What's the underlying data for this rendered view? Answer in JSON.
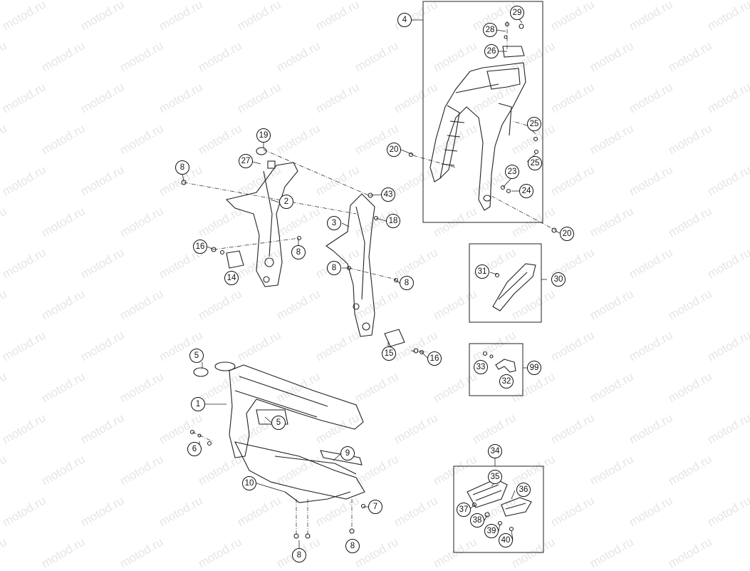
{
  "watermark": {
    "text": "motod.ru"
  },
  "callouts": [
    {
      "id": "c4",
      "label": "4"
    },
    {
      "id": "c29",
      "label": "29"
    },
    {
      "id": "c28",
      "label": "28"
    },
    {
      "id": "c26",
      "label": "26"
    },
    {
      "id": "c25a",
      "label": "25"
    },
    {
      "id": "c25b",
      "label": "25"
    },
    {
      "id": "c20a",
      "label": "20"
    },
    {
      "id": "c23",
      "label": "23"
    },
    {
      "id": "c24",
      "label": "24"
    },
    {
      "id": "c20b",
      "label": "20"
    },
    {
      "id": "c19",
      "label": "19"
    },
    {
      "id": "c27",
      "label": "27"
    },
    {
      "id": "c8a",
      "label": "8"
    },
    {
      "id": "c2",
      "label": "2"
    },
    {
      "id": "c43",
      "label": "43"
    },
    {
      "id": "c18",
      "label": "18"
    },
    {
      "id": "c3",
      "label": "3"
    },
    {
      "id": "c16a",
      "label": "16"
    },
    {
      "id": "c8b",
      "label": "8"
    },
    {
      "id": "c14",
      "label": "14"
    },
    {
      "id": "c8c",
      "label": "8"
    },
    {
      "id": "c8d",
      "label": "8"
    },
    {
      "id": "c15",
      "label": "15"
    },
    {
      "id": "c16b",
      "label": "16"
    },
    {
      "id": "c31",
      "label": "31"
    },
    {
      "id": "c30",
      "label": "30"
    },
    {
      "id": "c33",
      "label": "33"
    },
    {
      "id": "c99",
      "label": "99"
    },
    {
      "id": "c32",
      "label": "32"
    },
    {
      "id": "c5a",
      "label": "5"
    },
    {
      "id": "c1",
      "label": "1"
    },
    {
      "id": "c5b",
      "label": "5"
    },
    {
      "id": "c6",
      "label": "6"
    },
    {
      "id": "c9",
      "label": "9"
    },
    {
      "id": "c10",
      "label": "10"
    },
    {
      "id": "c7",
      "label": "7"
    },
    {
      "id": "c8e",
      "label": "8"
    },
    {
      "id": "c8f",
      "label": "8"
    },
    {
      "id": "c34",
      "label": "34"
    },
    {
      "id": "c35",
      "label": "35"
    },
    {
      "id": "c36",
      "label": "36"
    },
    {
      "id": "c37",
      "label": "37"
    },
    {
      "id": "c38",
      "label": "38"
    },
    {
      "id": "c39",
      "label": "39"
    },
    {
      "id": "c40",
      "label": "40"
    }
  ]
}
